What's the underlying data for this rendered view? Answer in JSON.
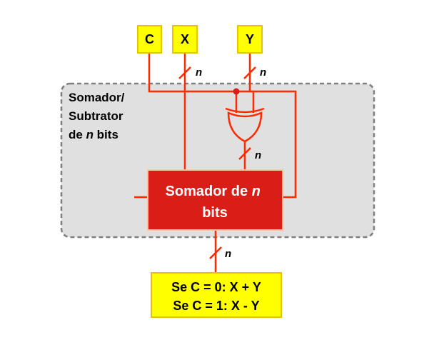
{
  "inputs": {
    "c": "C",
    "x": "X",
    "y": "Y"
  },
  "bus_label": "n",
  "container": {
    "line1": "Somador/",
    "line2": "Subtrator",
    "line3_prefix": "de ",
    "line3_var": "n",
    "line3_suffix": " bits"
  },
  "adder": {
    "line1_prefix": "Somador de ",
    "line1_var": "n",
    "line2": "bits"
  },
  "output": {
    "line1": "Se C = 0: X + Y",
    "line2": "Se C = 1: X - Y"
  },
  "colors": {
    "wire": "#ff2a00",
    "adder_fill": "#d91e18",
    "adder_border": "#f4c7a0",
    "input_fill": "#ffff00",
    "input_border": "#e8c400",
    "container_fill": "#e0e0e0",
    "container_border": "#7f7f7f"
  }
}
